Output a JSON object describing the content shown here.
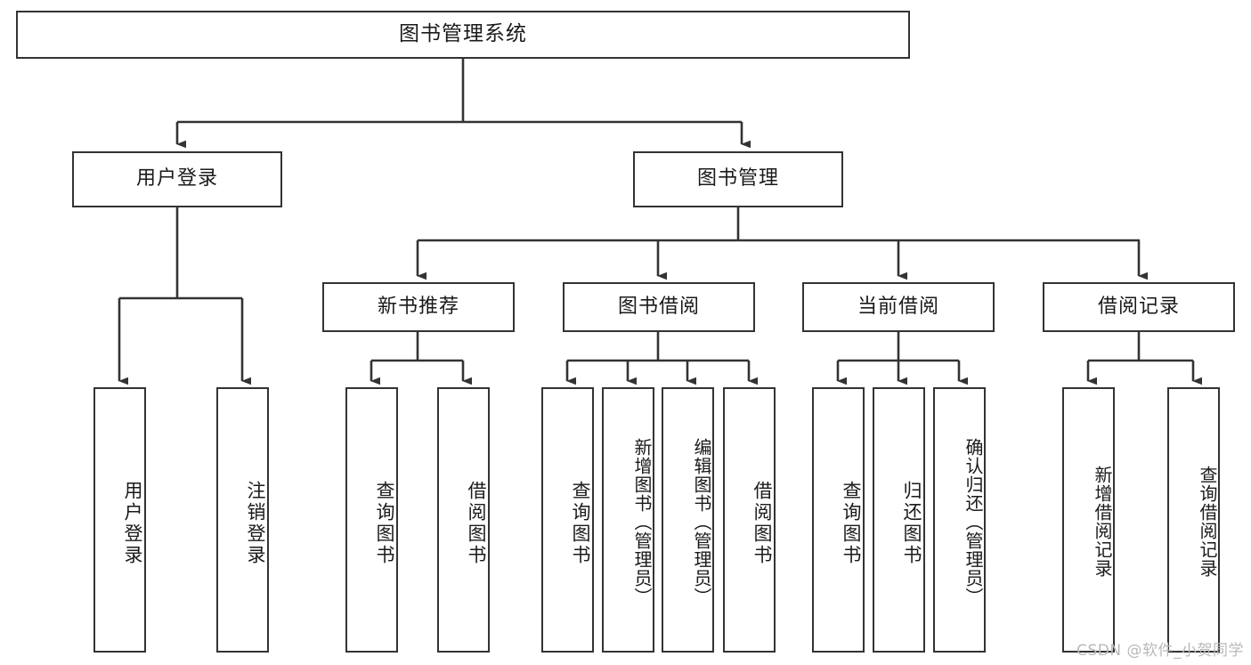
{
  "diagram": {
    "title": "图书管理系统",
    "watermark": "CSDN @软件_小贺同学",
    "colors": {
      "stroke": "#333333",
      "fill": "#ffffff",
      "text": "#1a1a1a",
      "watermark": "#b9b9b9"
    },
    "nodes": {
      "root": {
        "label": "图书管理系统"
      },
      "level2": [
        {
          "key": "user-login",
          "label": "用户登录"
        },
        {
          "key": "book-manage",
          "label": "图书管理"
        }
      ],
      "level3": [
        {
          "key": "new-book-recommend",
          "label": "新书推荐"
        },
        {
          "key": "book-borrow",
          "label": "图书借阅"
        },
        {
          "key": "current-borrow",
          "label": "当前借阅"
        },
        {
          "key": "borrow-record",
          "label": "借阅记录"
        }
      ],
      "leaves": {
        "user-login": [
          {
            "key": "leaf-user-login",
            "label": "用户登录"
          },
          {
            "key": "leaf-logout-login",
            "label": "注销登录"
          }
        ],
        "new-book-recommend": [
          {
            "key": "leaf-query-book-1",
            "label": "查询图书"
          },
          {
            "key": "leaf-borrow-book-1",
            "label": "借阅图书"
          }
        ],
        "book-borrow": [
          {
            "key": "leaf-query-book-2",
            "label": "查询图书"
          },
          {
            "key": "leaf-add-book-admin",
            "label": "新增图书（管理员）"
          },
          {
            "key": "leaf-edit-book-admin",
            "label": "编辑图书（管理员）"
          },
          {
            "key": "leaf-borrow-book-2",
            "label": "借阅图书"
          }
        ],
        "current-borrow": [
          {
            "key": "leaf-query-book-3",
            "label": "查询图书"
          },
          {
            "key": "leaf-return-book",
            "label": "归还图书"
          },
          {
            "key": "leaf-confirm-return-admin",
            "label": "确认归还（管理员）"
          }
        ],
        "borrow-record": [
          {
            "key": "leaf-add-borrow-record",
            "label": "新增借阅记录"
          },
          {
            "key": "leaf-query-borrow-record",
            "label": "查询借阅记录"
          }
        ]
      }
    }
  }
}
